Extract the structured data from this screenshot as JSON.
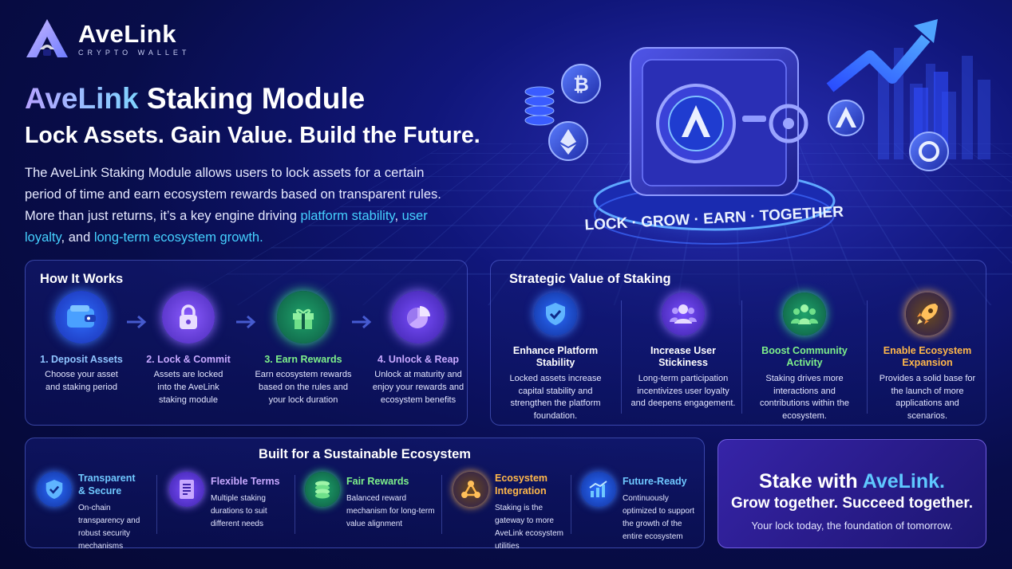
{
  "brand": {
    "name": "AveLink",
    "tagline": "CRYPTO WALLET"
  },
  "hero": {
    "title_brand": "AveLink",
    "title_rest": " Staking Module",
    "subtitle": "Lock Assets. Gain Value. Build the Future.",
    "desc_part1": "The AveLink Staking Module allows users to lock assets for a certain period of time and earn ecosystem rewards based on transparent rules. More than just returns, it’s a key engine driving ",
    "desc_hl1": "platform stability",
    "desc_sep1": ", ",
    "desc_hl2": "user loyalty",
    "desc_sep2": ", and ",
    "desc_hl3": "long-term ecosystem growth.",
    "vault_ring_text": "LOCK · GROW · EARN · TOGETHER"
  },
  "how": {
    "title": "How It Works",
    "steps": [
      {
        "title": "1. Deposit Assets",
        "desc": "Choose your asset and staking period",
        "color": "#8fc4ff"
      },
      {
        "title": "2. Lock & Commit",
        "desc": "Assets are locked into the AveLink staking module",
        "color": "#c7a8ff"
      },
      {
        "title": "3. Earn Rewards",
        "desc": "Earn ecosystem rewards based on the rules and your lock duration",
        "color": "#7ef08a"
      },
      {
        "title": "4. Unlock & Reap",
        "desc": "Unlock at maturity and enjoy your rewards and ecosystem benefits",
        "color": "#c7a8ff"
      }
    ]
  },
  "strategic": {
    "title": "Strategic Value of Staking",
    "items": [
      {
        "title": "Enhance Platform Stability",
        "desc": "Locked assets increase capital stability and strengthen the platform foundation.",
        "color": "#ffffff"
      },
      {
        "title": "Increase User Stickiness",
        "desc": "Long-term participation incentivizes user loyalty and deepens engagement.",
        "color": "#ffffff"
      },
      {
        "title": "Boost Community Activity",
        "desc": "Staking drives more interactions and contributions within the ecosystem.",
        "color": "#7ef08a"
      },
      {
        "title": "Enable Ecosystem Expansion",
        "desc": "Provides a solid base for the launch of more applications and scenarios.",
        "color": "#ffb84a"
      }
    ]
  },
  "built": {
    "title": "Built for a Sustainable Ecosystem",
    "features": [
      {
        "title": "Transparent & Secure",
        "desc": "On-chain transparency and robust security mechanisms",
        "color": "#6fc8ff"
      },
      {
        "title": "Flexible Terms",
        "desc": "Multiple staking durations to suit different needs",
        "color": "#c7a8ff"
      },
      {
        "title": "Fair Rewards",
        "desc": "Balanced reward mechanism for long-term value alignment",
        "color": "#7ef08a"
      },
      {
        "title": "Ecosystem Integration",
        "desc": "Staking is the gateway to more AveLink ecosystem utilities",
        "color": "#ffb84a"
      },
      {
        "title": "Future-Ready",
        "desc": "Continuously optimized to support the growth of the entire ecosystem",
        "color": "#6fc8ff"
      }
    ]
  },
  "cta": {
    "line1_pre": "Stake with ",
    "line1_brand": "AveLink.",
    "line2": "Grow together. Succeed together.",
    "line3": "Your lock today, the foundation of tomorrow."
  }
}
